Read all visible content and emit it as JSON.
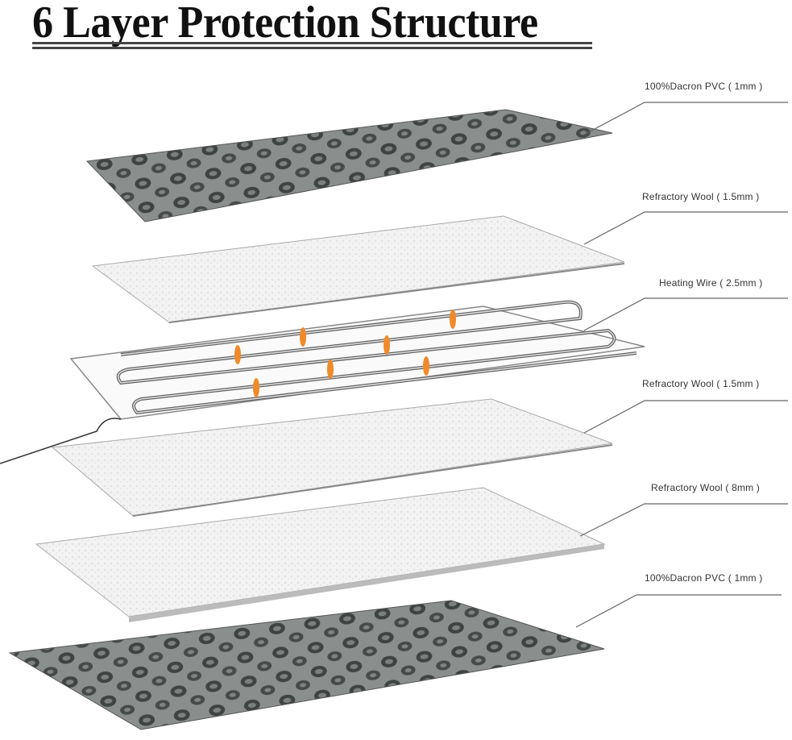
{
  "title": "6 Layer Protection Structure",
  "layers": [
    {
      "label": "100%Dacron PVC ( 1mm )",
      "material": "pvc"
    },
    {
      "label": "Refractory Wool ( 1.5mm )",
      "material": "wool"
    },
    {
      "label": "Heating Wire ( 2.5mm )",
      "material": "wire"
    },
    {
      "label": "Refractory Wool ( 1.5mm )",
      "material": "wool"
    },
    {
      "label": "Refractory Wool ( 8mm )",
      "material": "wool"
    },
    {
      "label": "100%Dacron PVC ( 1mm )",
      "material": "pvc"
    }
  ],
  "colors": {
    "pvc": "#6f7472",
    "wool": "#f2f2f2",
    "flame": "#f08a2a",
    "line": "#555555"
  }
}
